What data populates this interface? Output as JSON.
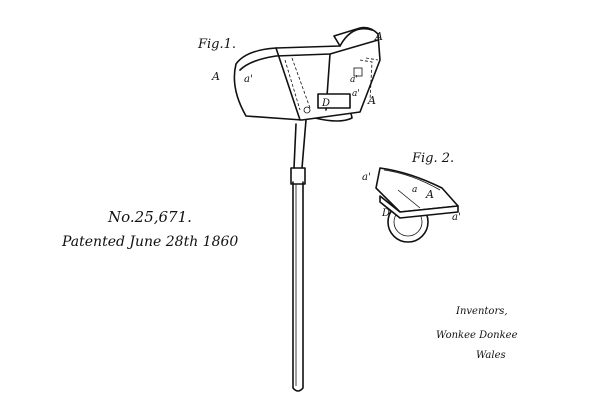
{
  "figure1": {
    "caption": "Fig.1.",
    "labels": {
      "a_left": "A",
      "a_top_right": "A",
      "a_right": "A",
      "a_prime": "a'",
      "a_prime_inner": "a'",
      "a_prime_inner2": "a'",
      "d": "D"
    }
  },
  "figure2": {
    "caption": "Fig. 2.",
    "labels": {
      "a_prime_left": "a'",
      "a_prime_mid": "a",
      "a_mid": "A",
      "a_prime_right": "a'",
      "d": "D"
    }
  },
  "patent": {
    "number": "No.25,671.",
    "date": "Patented June 28th 1860"
  },
  "inventors": {
    "heading": "Inventors,",
    "names": "Wonkee Donkee",
    "place": "Wales"
  }
}
